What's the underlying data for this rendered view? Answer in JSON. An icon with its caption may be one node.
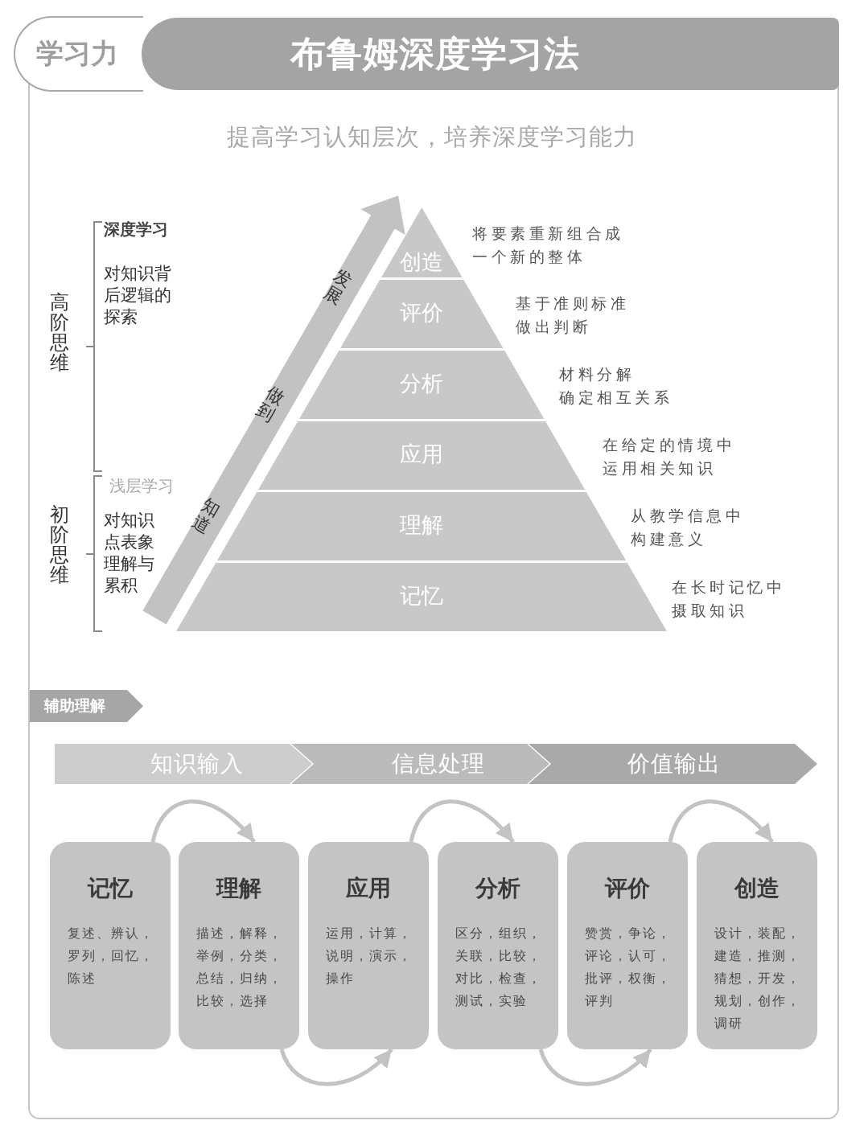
{
  "diagram": {
    "title": "布鲁姆深度学习法",
    "nodes": [
      {
        "text": [
          "学习力"
        ]
      },
      {
        "text": [
          "创造"
        ],
        "beside": [
          "将要素重新组合成一个新的整体"
        ]
      },
      {
        "text": [
          "评价"
        ],
        "beside": [
          "基于准则标准做出判断"
        ]
      },
      {
        "text": [
          "分析"
        ],
        "beside": [
          "材料分解确定相互关系"
        ]
      },
      {
        "text": [
          "应用"
        ],
        "beside": [
          "在给定的情境中运用相关知识"
        ]
      },
      {
        "text": [
          "理解"
        ],
        "beside": [
          "从教学信息中构建意义"
        ]
      },
      {
        "text": [
          "记忆"
        ],
        "beside": [
          "在长时记忆中摄取知识"
        ]
      },
      {
        "text": [
          "辅助理解"
        ]
      },
      {
        "text": [
          "知识输入"
        ]
      },
      {
        "text": [
          "信息处理"
        ]
      },
      {
        "text": [
          "价值输出"
        ]
      },
      {
        "text": [
          "记忆",
          "复述、辨认，罗列，回忆，陈述"
        ]
      },
      {
        "text": [
          "理解",
          "描述，解释，举例，分类，总结，归纳，比较，选择"
        ]
      },
      {
        "text": [
          "应用",
          "运用，计算，说明，演示，操作"
        ]
      },
      {
        "text": [
          "分析",
          "区分，组织，关联，比较，对比，检查，测试，实验"
        ]
      },
      {
        "text": [
          "评价",
          "赞赏，争论，评论，认可，批评，权衡，评判"
        ]
      },
      {
        "text": [
          "创造",
          "设计，装配，建造，推测，猜想，开发，规划，创作，调研"
        ]
      }
    ],
    "edges": [
      {
        "from": 11,
        "to": 12,
        "arrow": "to"
      },
      {
        "from": 12,
        "to": 13,
        "arrow": "to"
      },
      {
        "from": 13,
        "to": 14,
        "arrow": "to"
      },
      {
        "from": 14,
        "to": 15,
        "arrow": "to"
      },
      {
        "from": 15,
        "to": 16,
        "arrow": "to"
      }
    ],
    "labels": [
      "提高学习认知层次，培养深度学习能力",
      "高阶思维",
      "深度学习",
      "对知识背后逻辑的探索",
      "初阶思维",
      "浅层学习",
      "对知识点表象理解与累积",
      "发展",
      "做到",
      "知道"
    ]
  }
}
